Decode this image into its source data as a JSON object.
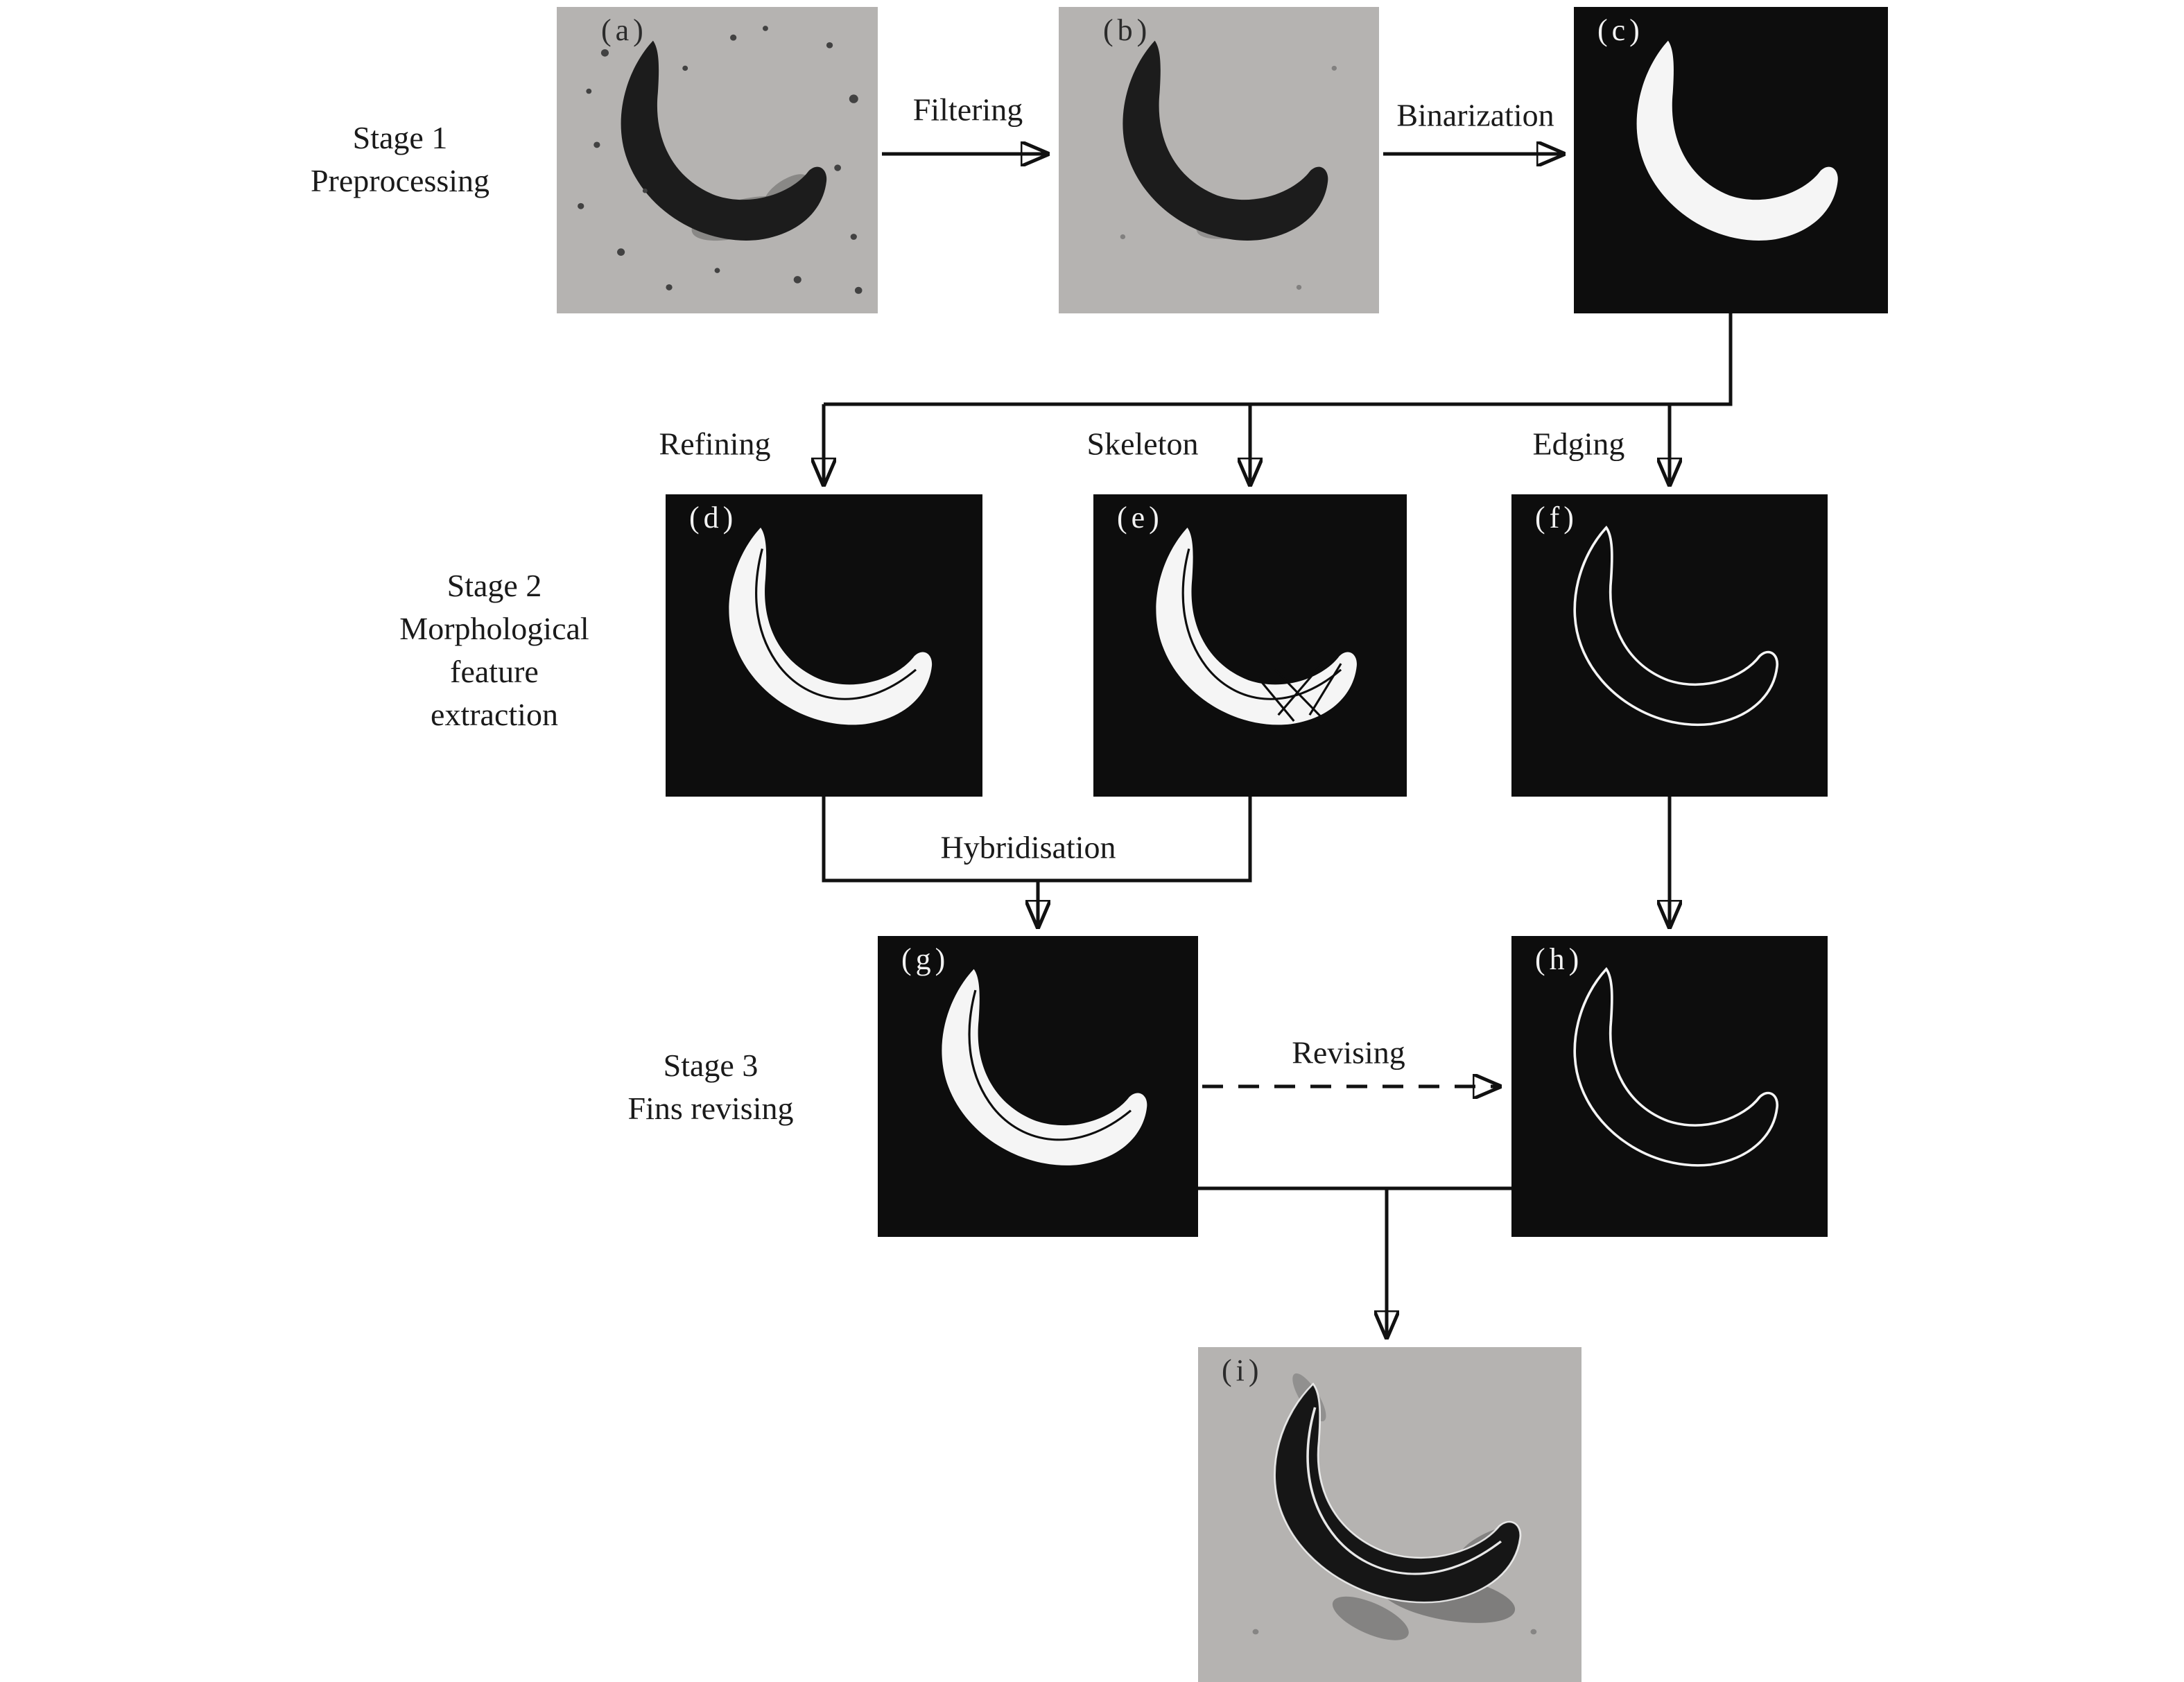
{
  "figure": {
    "stage_labels": {
      "stage1": [
        "Stage 1",
        "Preprocessing"
      ],
      "stage2": [
        "Stage 2",
        "Morphological",
        "feature",
        "extraction"
      ],
      "stage3": [
        "Stage 3",
        "Fins revising"
      ]
    },
    "arrow_labels": {
      "filtering": "Filtering",
      "binarization": "Binarization",
      "refining": "Refining",
      "skeleton": "Skeleton",
      "edging": "Edging",
      "hybridisation": "Hybridisation",
      "revising": "Revising"
    },
    "panel_labels": {
      "a": "(a)",
      "b": "(b)",
      "c": "(c)",
      "d": "(d)",
      "e": "(e)",
      "f": "(f)",
      "g": "(g)",
      "h": "(h)",
      "i": "(i)"
    },
    "colors": {
      "background": "#ffffff",
      "line": "#111111",
      "panel_dark_bg": "#0d0d0d",
      "panel_light_bg": "#b5b3b1",
      "fish_dark": "#1c1c1c",
      "fish_white": "#f5f5f5"
    }
  }
}
